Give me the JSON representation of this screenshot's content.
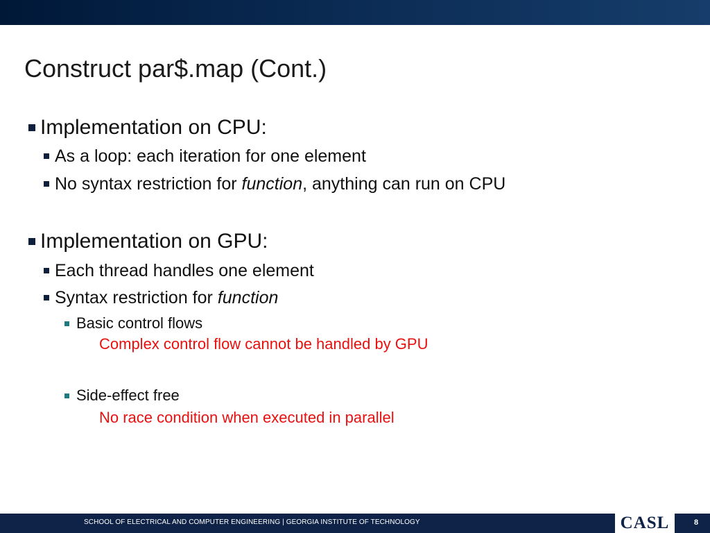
{
  "slide": {
    "title": "Construct par$.map (Cont.)",
    "sections": [
      {
        "heading": "Implementation on CPU:",
        "points": [
          {
            "text": "As a loop: each iteration for one element"
          },
          {
            "before": "No syntax restriction for ",
            "em": "function",
            "after": ", anything can run on CPU"
          }
        ]
      },
      {
        "heading": "Implementation on GPU:",
        "points": [
          {
            "text": "Each thread handles one element"
          },
          {
            "before": "Syntax restriction for ",
            "em": "function"
          }
        ],
        "subpoints": [
          {
            "text": "Basic control flows",
            "note": "Complex control flow cannot be handled by GPU"
          },
          {
            "text": "Side-effect free",
            "note": "No race condition when executed in parallel"
          }
        ]
      }
    ]
  },
  "footer": {
    "text": "SCHOOL OF ELECTRICAL AND COMPUTER ENGINEERING | GEORGIA INSTITUTE OF TECHNOLOGY",
    "logo": "CASL",
    "page_number": "8"
  },
  "colors": {
    "header_bar": "#001838",
    "footer_bar": "#0e2347",
    "note_text": "#e8110f",
    "level3_bullet": "#1f7a80"
  }
}
